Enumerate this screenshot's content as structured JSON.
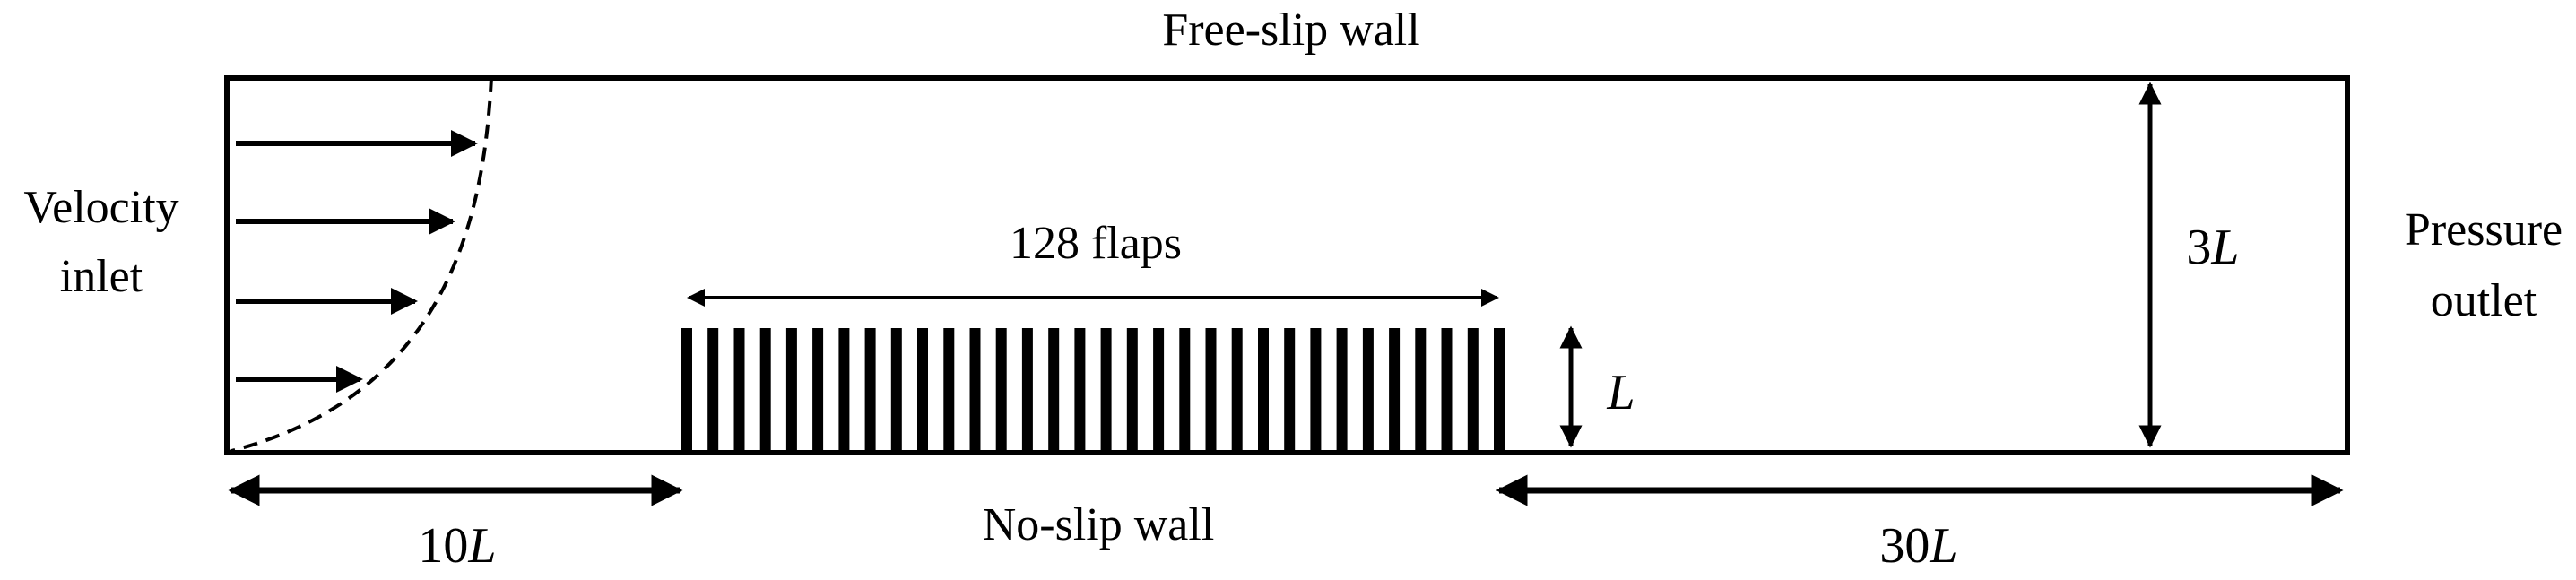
{
  "labels": {
    "top_wall": "Free-slip wall",
    "bottom_wall": "No-slip wall",
    "inlet_line1": "Velocity",
    "inlet_line2": "inlet",
    "outlet_line1": "Pressure",
    "outlet_line2": "outlet",
    "flaps": "128 flaps",
    "height_num": "3",
    "height_unit": "L",
    "flap_height_unit": "L",
    "upstream_num": "10",
    "upstream_unit": "L",
    "downstream_num": "30",
    "downstream_unit": "L"
  },
  "flap_count_drawn": 32,
  "inlet_arrow_count": 4,
  "colors": {
    "stroke": "#000000",
    "background": "#ffffff"
  }
}
